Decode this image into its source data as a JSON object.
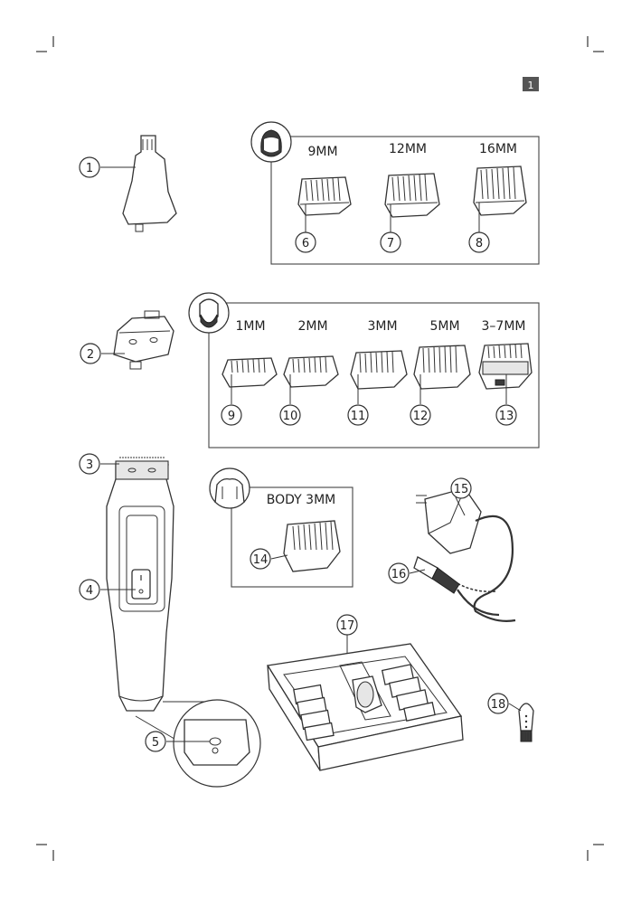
{
  "page": {
    "number": "1"
  },
  "groups": {
    "head_comb_lengths": [
      "9MM",
      "12MM",
      "16MM"
    ],
    "beard_comb_lengths": [
      "1MM",
      "2MM",
      "3MM",
      "5MM",
      "3–7MM"
    ],
    "body_comb_label": "BODY 3MM"
  },
  "callouts": [
    "1",
    "2",
    "3",
    "4",
    "5",
    "6",
    "7",
    "8",
    "9",
    "10",
    "11",
    "12",
    "13",
    "14",
    "15",
    "16",
    "17",
    "18"
  ],
  "icons": {
    "head": "head-silhouette-icon",
    "beard": "beard-face-icon",
    "body": "torso-icon",
    "power": "power-symbol-icon"
  }
}
